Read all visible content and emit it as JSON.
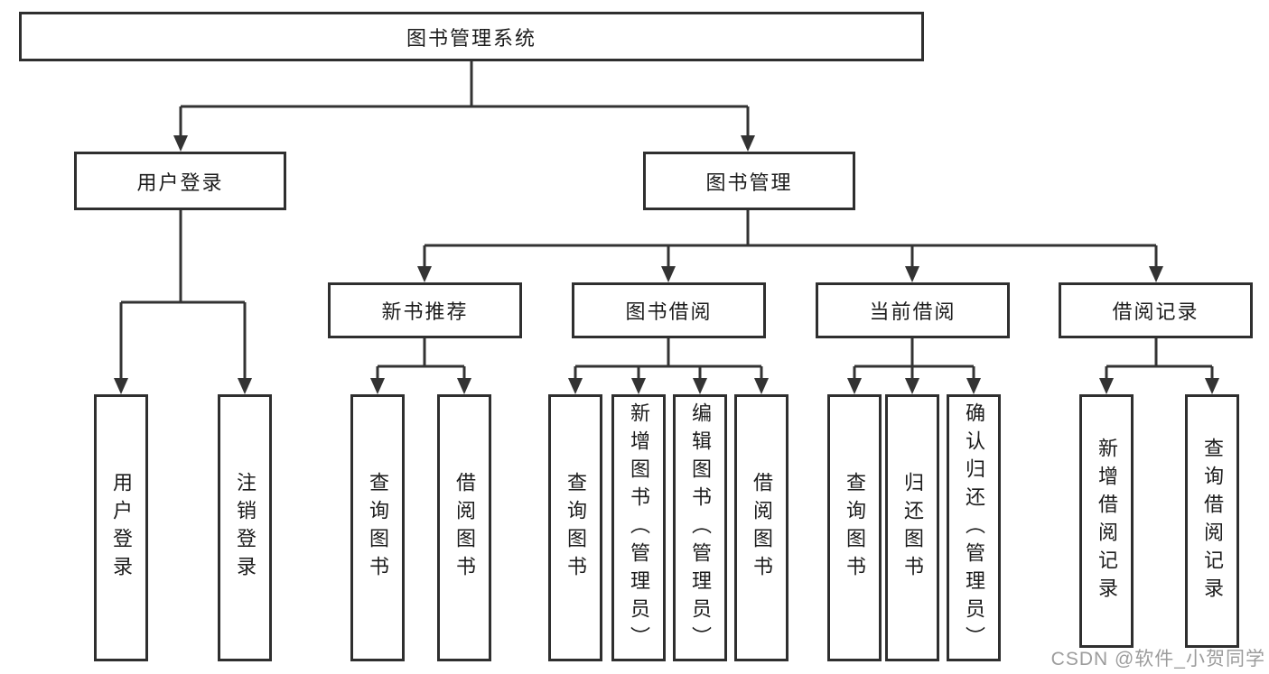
{
  "colors": {
    "line": "#333333",
    "box_border": "#2f2f2f",
    "text": "#1c1c1c",
    "watermark": "#9c9c9c",
    "background": "#ffffff"
  },
  "tree": {
    "root": {
      "label": "图书管理系统"
    },
    "branches": [
      {
        "label": "用户登录",
        "children": [
          {
            "label": "用户登录"
          },
          {
            "label": "注销登录"
          }
        ]
      },
      {
        "label": "图书管理",
        "children": [
          {
            "label": "新书推荐",
            "children": [
              {
                "label": "查询图书"
              },
              {
                "label": "借阅图书"
              }
            ]
          },
          {
            "label": "图书借阅",
            "children": [
              {
                "label": "查询图书"
              },
              {
                "label": "新增图书（管理员）"
              },
              {
                "label": "编辑图书（管理员）"
              },
              {
                "label": "借阅图书"
              }
            ]
          },
          {
            "label": "当前借阅",
            "children": [
              {
                "label": "查询图书"
              },
              {
                "label": "归还图书"
              },
              {
                "label": "确认归还（管理员）"
              }
            ]
          },
          {
            "label": "借阅记录",
            "children": [
              {
                "label": "新增借阅记录"
              },
              {
                "label": "查询借阅记录"
              }
            ]
          }
        ]
      }
    ]
  },
  "watermark": {
    "text": "CSDN @软件_小贺同学"
  }
}
